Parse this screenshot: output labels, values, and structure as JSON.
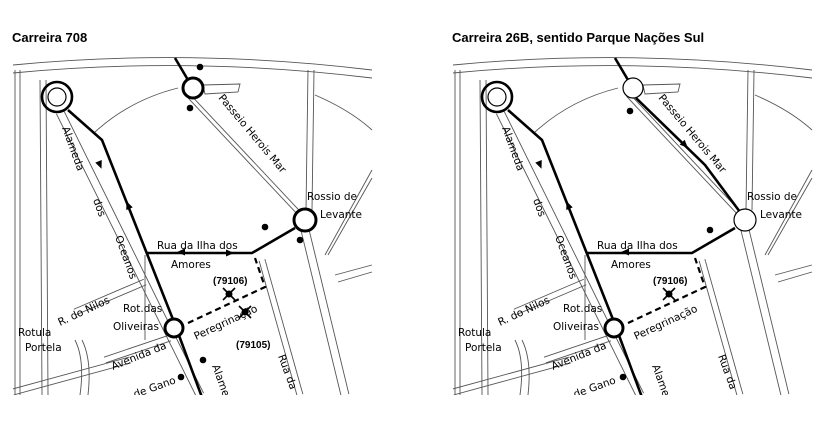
{
  "maps": [
    {
      "title": "Carreira 708",
      "stops": [
        "(79106)",
        "(79105)"
      ]
    },
    {
      "title": "Carreira 26B, sentido Parque Nações Sul",
      "stops": [
        "(79106)"
      ]
    }
  ],
  "streets": {
    "alameda": "Alameda",
    "dos": "dos",
    "oceanos": "Oceanos",
    "passeio": "Passeio Herois Mar",
    "rossio_1": "Rossio de",
    "rossio_2": "Levante",
    "ilha_1": "Rua da Ilha dos",
    "ilha_2": "Amores",
    "nilos": "R. do Nilos",
    "rot_1": "Rot.das",
    "rot_2": "Oliveiras",
    "rotula_1": "Rotula",
    "rotula_2": "Portela",
    "peregrinacao": "Peregrinação",
    "avenida": "Avenida da",
    "rua_da": "Rua da",
    "alame": "Alame",
    "gano": "de Gano"
  },
  "colors": {
    "route": "#000000",
    "road": "#444444"
  }
}
